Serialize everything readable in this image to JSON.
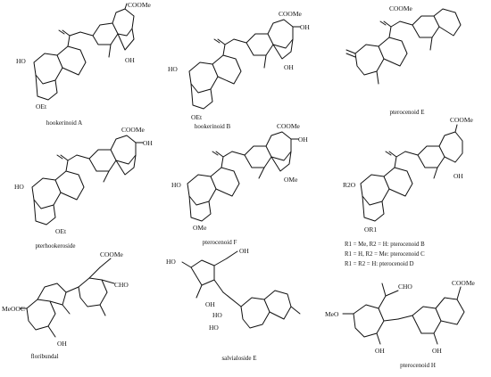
{
  "compounds": [
    {
      "name": "hookerinoid A",
      "labels": [
        "COOMe",
        "HO",
        "OH",
        "OEt"
      ]
    },
    {
      "name": "hookerinoid B",
      "labels": [
        "COOMe",
        "OH",
        "HO",
        "OEt",
        "OH"
      ]
    },
    {
      "name": "pterocenoid E",
      "labels": [
        "COOMe"
      ]
    },
    {
      "name": "pterhookeroside",
      "labels": [
        "COOMe",
        "OH",
        "HO",
        "OEt"
      ]
    },
    {
      "name": "pterocenoid F",
      "labels": [
        "COOMe",
        "OH",
        "HO",
        "OMe",
        "OMe"
      ]
    },
    {
      "name": "",
      "labels": [
        "COOMe",
        "R2O",
        "OR1",
        "OH"
      ]
    },
    {
      "name": "floribundal",
      "labels": [
        "COOMe",
        "MeOOC",
        "CHO",
        "OH"
      ]
    },
    {
      "name": "salvialoside E",
      "labels": [
        "OH",
        "OH",
        "HO",
        "HO",
        "HO"
      ]
    },
    {
      "name": "pterocenoid H",
      "labels": [
        "CHO",
        "COOMe",
        "MeO",
        "OH",
        "OH"
      ]
    }
  ],
  "legend_lines": [
    "R1 = Me, R2 = H: pterocenoid B",
    "R1 = H, R2 = Me: pterocenoid C",
    "R1 = R2 = H: pterocenoid D"
  ]
}
